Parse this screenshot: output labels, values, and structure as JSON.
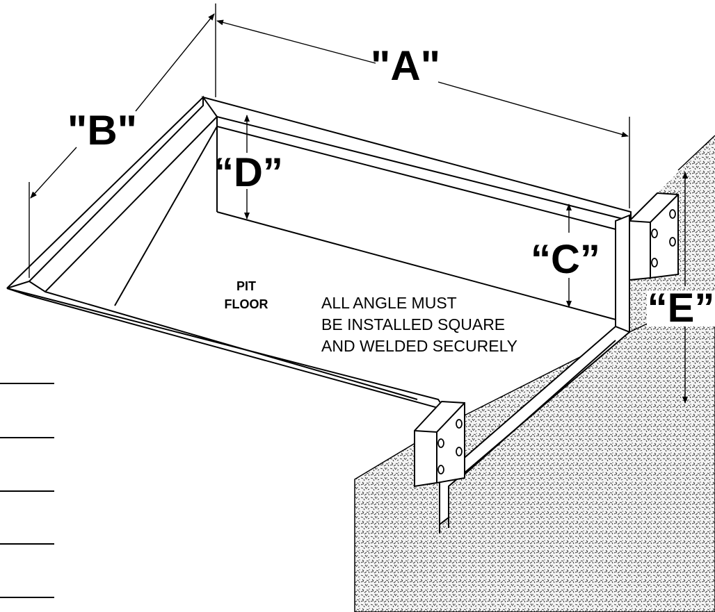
{
  "labels": {
    "a": "\"A\"",
    "b": "\"B\"",
    "c": "“C”",
    "d": "“D”",
    "e": "“E”"
  },
  "pit_floor": [
    "PIT",
    "FLOOR"
  ],
  "note_lines": [
    "ALL ANGLE MUST",
    "BE INSTALLED SQUARE",
    "AND WELDED SECURELY"
  ],
  "colors": {
    "line": "#000000",
    "background": "#ffffff",
    "concrete_speckle": "#1a1a1a"
  }
}
